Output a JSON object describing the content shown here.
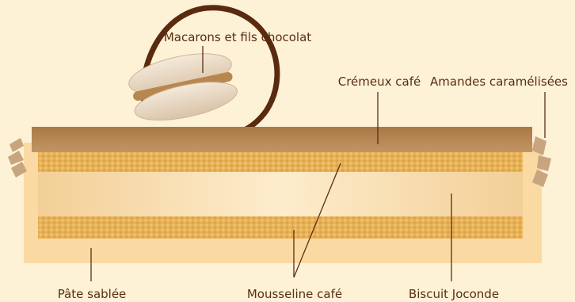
{
  "labels": {
    "macarons": "Macarons et fils chocolat",
    "cremeux": "Crémeux café",
    "amandes": "Amandes caramélisées",
    "pate": "Pâte sablée",
    "mousseline": "Mousseline café",
    "biscuit": "Biscuit Joconde"
  },
  "colors": {
    "background": "#fdf1d6",
    "pate_sablee": "#fad9a3",
    "cremeux_cafe": "#b0844f",
    "biscuit_joconde": "#e6b055",
    "mousseline_cafe": "#f9e1b2",
    "macaron_shell": "#e9d9c6",
    "macaron_filling": "#b8874f",
    "chocolate_thread": "#5a2a0e",
    "almond": "#c8a57f",
    "leader_line": "#5a2e12"
  }
}
